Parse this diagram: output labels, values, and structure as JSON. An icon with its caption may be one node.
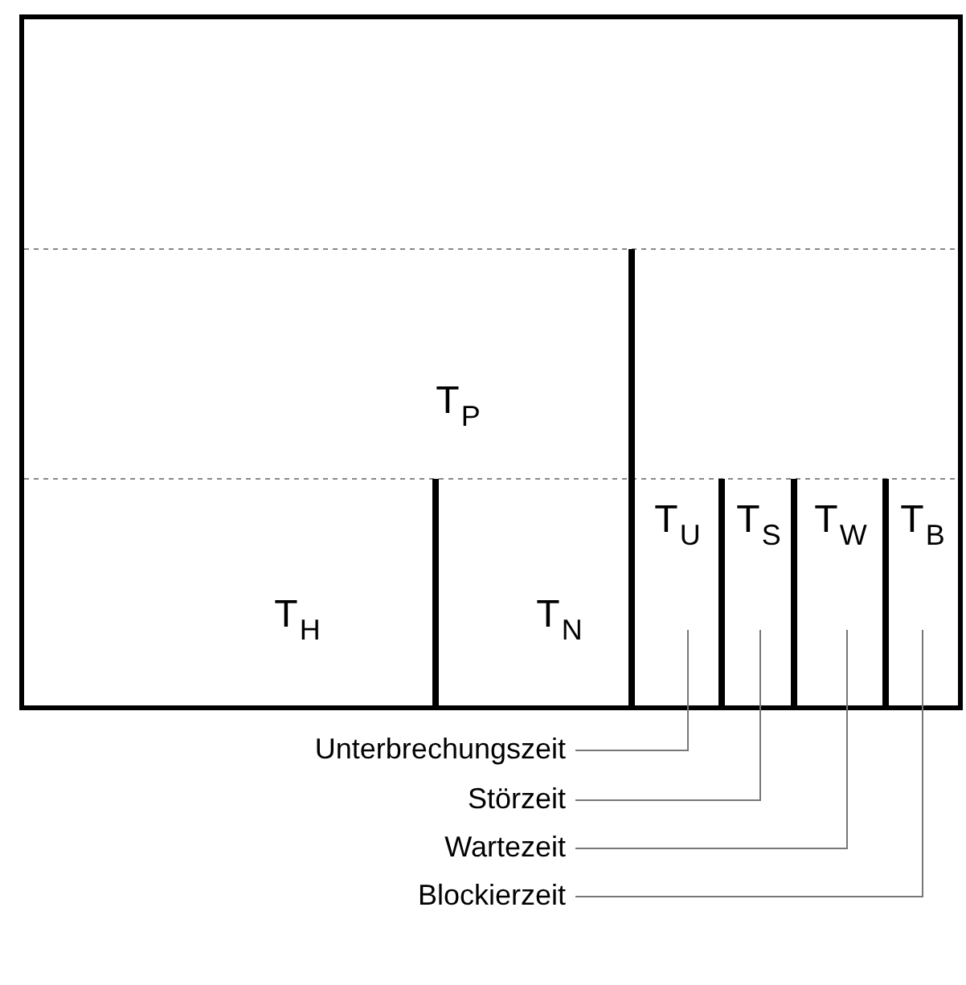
{
  "diagram": {
    "nodes": [
      {
        "text": [],
        "shape": "box"
      },
      {
        "text": [
          "T$_{P}$"
        ],
        "in": 0
      },
      {
        "text": [
          "T$_{H}$"
        ],
        "in": 0
      },
      {
        "text": [
          "T$_{N}$"
        ],
        "in": 0
      },
      {
        "text": [
          "T$_{U}$"
        ],
        "in": 0
      },
      {
        "text": [
          "T$_{S}$"
        ],
        "in": 0
      },
      {
        "text": [
          "T$_{W}$"
        ],
        "in": 0
      },
      {
        "text": [
          "T$_{B}$"
        ],
        "in": 0
      },
      {
        "text": [
          "Unterbrechungszeit"
        ]
      },
      {
        "text": [
          "Störzeit"
        ]
      },
      {
        "text": [
          "Wartezeit"
        ]
      },
      {
        "text": [
          "Blockierzeit"
        ]
      }
    ],
    "edges": [
      {
        "from": 8,
        "to": 4,
        "arrow": "none"
      },
      {
        "from": 9,
        "to": 5,
        "arrow": "none"
      },
      {
        "from": 10,
        "to": 6,
        "arrow": "none"
      },
      {
        "from": 11,
        "to": 7,
        "arrow": "none"
      }
    ]
  }
}
